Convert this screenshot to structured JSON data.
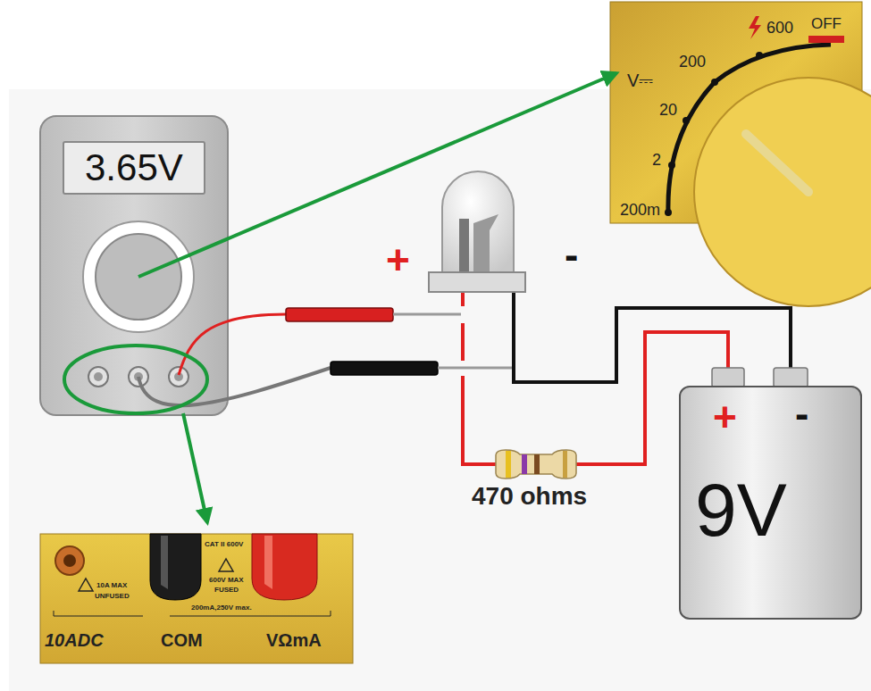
{
  "diagram": {
    "nodes": [
      {
        "text": [
          "3.65V"
        ]
      },
      {
        "text": [
          "+",
          "-",
          "9V"
        ]
      }
    ],
    "labels": [
      "+",
      "-",
      "470 ohms",
      "V⎓",
      "600",
      "OFF",
      "200",
      "20",
      "2",
      "200m",
      "10A MAX",
      "UNFUSED",
      "CAT II 600V",
      "600V MAX",
      "FUSED",
      "200mA,250V max.",
      "10ADC",
      "COM",
      "VΩmA"
    ]
  }
}
